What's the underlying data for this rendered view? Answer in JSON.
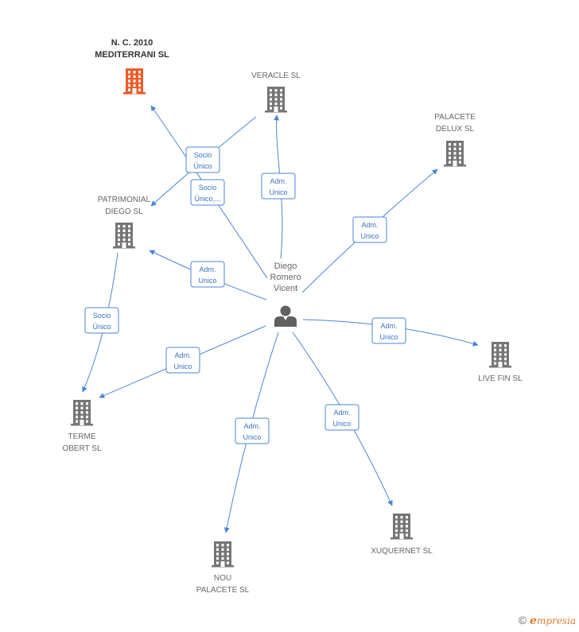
{
  "colors": {
    "edge": "#4a86d4",
    "building": "#757575",
    "building_focus": "#f05a28",
    "person": "#606060"
  },
  "center": {
    "name_lines": [
      "Diego",
      "Romero",
      "Vicent"
    ],
    "icon": "person-icon"
  },
  "companies": [
    {
      "id": "nc2010",
      "lines": [
        "N.  C. 2010",
        "MEDITERRANI SL"
      ],
      "focus": true,
      "icon": "building-icon"
    },
    {
      "id": "veracle",
      "lines": [
        "VERACLE SL"
      ],
      "focus": false,
      "icon": "building-icon"
    },
    {
      "id": "palacete_delux",
      "lines": [
        "PALACETE",
        "DELUX SL"
      ],
      "focus": false,
      "icon": "building-icon"
    },
    {
      "id": "patrimonial",
      "lines": [
        "PATRIMONIAL",
        "DIEGO SL"
      ],
      "focus": false,
      "icon": "building-icon"
    },
    {
      "id": "live_fin",
      "lines": [
        "LIVE FIN SL"
      ],
      "focus": false,
      "icon": "building-icon"
    },
    {
      "id": "terme_obert",
      "lines": [
        "TERME",
        "OBERT SL"
      ],
      "focus": false,
      "icon": "building-icon"
    },
    {
      "id": "xuquernet",
      "lines": [
        "XUQUERNET SL"
      ],
      "focus": false,
      "icon": "building-icon"
    },
    {
      "id": "nou_palacete",
      "lines": [
        "NOU",
        "PALACETE SL"
      ],
      "focus": false,
      "icon": "building-icon"
    }
  ],
  "relations": [
    {
      "from": "center",
      "to": "veracle",
      "lines": [
        "Adm.",
        "Unico"
      ]
    },
    {
      "from": "center",
      "to": "palacete_delux",
      "lines": [
        "Adm.",
        "Unico"
      ]
    },
    {
      "from": "center",
      "to": "patrimonial",
      "lines": [
        "Adm.",
        "Unico"
      ]
    },
    {
      "from": "center",
      "to": "nc2010",
      "lines": [
        "Socio",
        "Único,..."
      ]
    },
    {
      "from": "veracle",
      "to": "patrimonial",
      "lines": [
        "Socio",
        "Único"
      ]
    },
    {
      "from": "patrimonial",
      "to": "terme_obert",
      "lines": [
        "Socio",
        "Único"
      ]
    },
    {
      "from": "center",
      "to": "terme_obert",
      "lines": [
        "Adm.",
        "Unico"
      ]
    },
    {
      "from": "center",
      "to": "live_fin",
      "lines": [
        "Adm.",
        "Unico"
      ]
    },
    {
      "from": "center",
      "to": "xuquernet",
      "lines": [
        "Adm.",
        "Unico"
      ]
    },
    {
      "from": "center",
      "to": "nou_palacete",
      "lines": [
        "Adm.",
        "Unico"
      ]
    }
  ],
  "footer": {
    "copyright": "©",
    "brand_initial": "e",
    "brand_rest": "mpresia"
  }
}
